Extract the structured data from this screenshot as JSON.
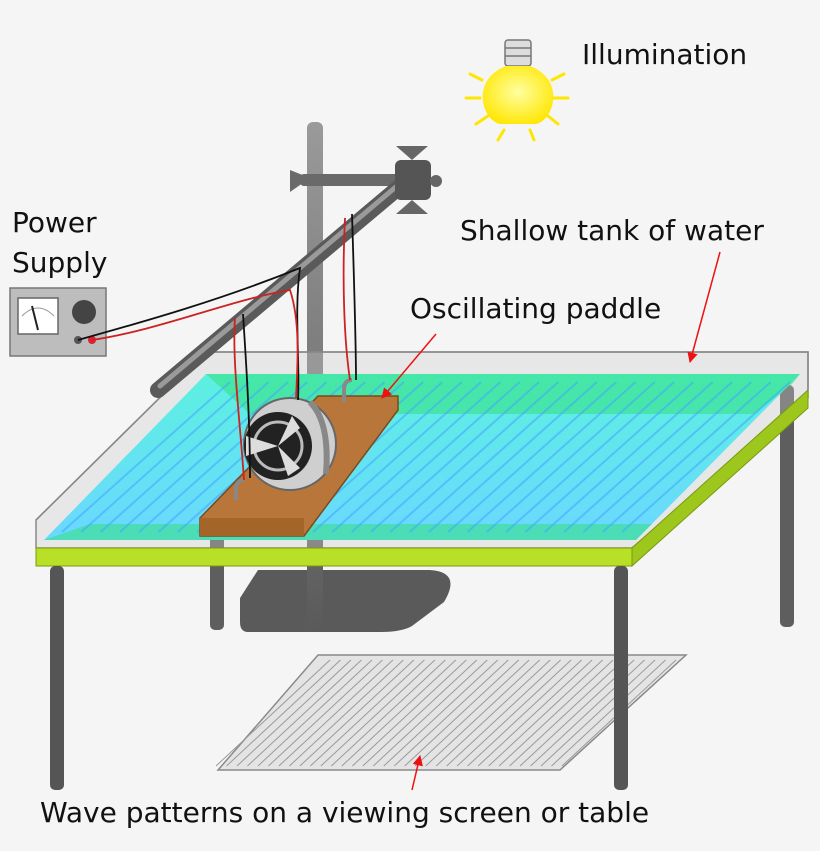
{
  "labels": {
    "illumination": "Illumination",
    "power_supply_line1": "Power",
    "power_supply_line2": "Supply",
    "shallow_tank": "Shallow tank of water",
    "oscillating_paddle": "Oscillating paddle",
    "wave_patterns": "Wave patterns on a viewing screen or table"
  },
  "colors": {
    "background": "#f5f5f5",
    "water": "#66e8f5",
    "water_edge": "#33dd88",
    "tank_frame": "#b8e026",
    "table_legs": "#555555",
    "paddle": "#b8763a",
    "stand": "#666666",
    "bulb": "#ffee00",
    "wire_red": "#cc2222",
    "wire_black": "#111111",
    "annotation_arrow": "#ee1111"
  }
}
